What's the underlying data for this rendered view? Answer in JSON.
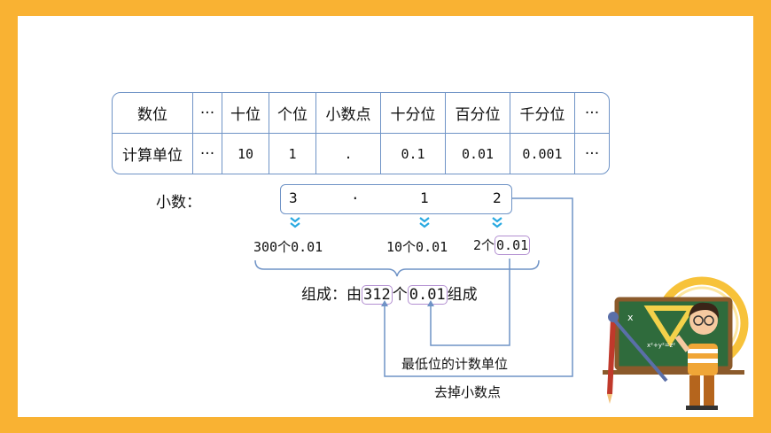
{
  "table": {
    "header": [
      "数位",
      "···",
      "十位",
      "个位",
      "小数点",
      "十分位",
      "百分位",
      "千分位",
      "···"
    ],
    "units": [
      "计算单位",
      "···",
      "10",
      "1",
      ".",
      "0.1",
      "0.01",
      "0.001",
      "···"
    ]
  },
  "decimal": {
    "label": "小数：",
    "digits": [
      "3",
      ".",
      "1",
      "2"
    ]
  },
  "parts": {
    "a": "300个0.01",
    "b": "10个0.01",
    "c_count": "2个",
    "c_unit": "0.01"
  },
  "composition": {
    "prefix": "组成：由",
    "count": "312",
    "mid": "个",
    "unit": "0.01",
    "suffix": "组成"
  },
  "notes": {
    "lowest_unit": "最低位的计数单位",
    "remove_point": "去掉小数点"
  },
  "colors": {
    "table_border": "#6f93c6",
    "arrow": "#29a9e1",
    "highlight": "#b38fd1",
    "frame": "#f9b233"
  },
  "illustration": "teacher-with-blackboard-and-compass-icon"
}
